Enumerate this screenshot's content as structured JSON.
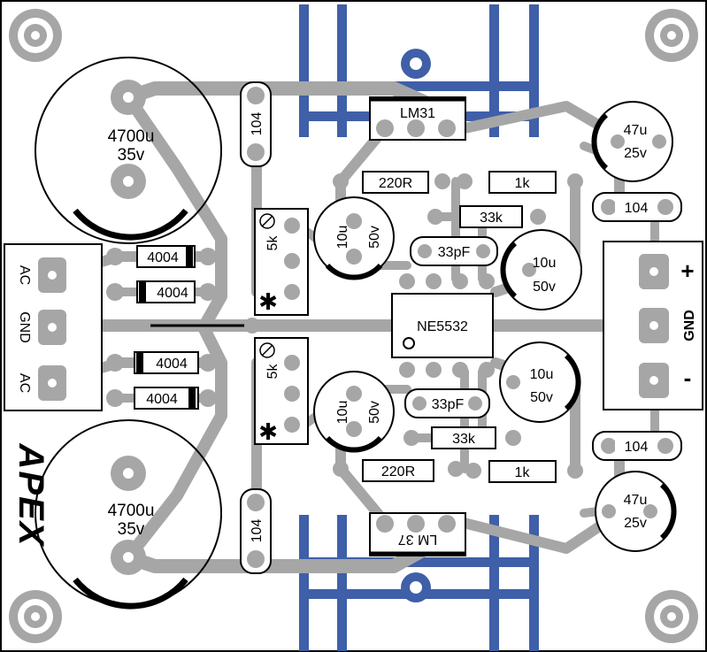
{
  "board": {
    "colors": {
      "trace": "#a6a6a6",
      "heatsink": "#3f5fa8",
      "ink": "#000000",
      "background": "#ffffff"
    },
    "brand": "APEX",
    "components": {
      "cap_main_top": {
        "value": "4700u",
        "voltage": "35v"
      },
      "cap_main_bottom": {
        "value": "4700u",
        "voltage": "35v"
      },
      "cap_104_top": "104",
      "cap_104_bottom": "104",
      "cap_104_right_top": "104",
      "cap_104_right_bottom": "104",
      "reg_top": "LM31",
      "reg_bottom": "LM 37",
      "diodes": [
        "4004",
        "4004",
        "4004",
        "4004"
      ],
      "trim_top": "5k",
      "trim_bottom": "5k",
      "res_220_top": "220R",
      "res_220_bottom": "220R",
      "res_1k_top": "1k",
      "res_1k_bottom": "1k",
      "res_33k_top": "33k",
      "res_33k_bottom": "33k",
      "cap_pf_top": "33pF",
      "cap_pf_bottom": "33pF",
      "cap_10u": [
        {
          "value": "10u",
          "voltage": "50v"
        },
        {
          "value": "10u",
          "voltage": "50v"
        },
        {
          "value": "10u",
          "voltage": "50v"
        },
        {
          "value": "10u",
          "voltage": "50v"
        }
      ],
      "cap_47u_top": {
        "value": "47u",
        "voltage": "25v"
      },
      "cap_47u_bottom": {
        "value": "47u",
        "voltage": "25v"
      },
      "opamp": "NE5532"
    },
    "input_terminal": [
      "AC",
      "GND",
      "AC"
    ],
    "output_terminal": {
      "plus": "+",
      "gnd": "GND",
      "minus": "-"
    }
  }
}
